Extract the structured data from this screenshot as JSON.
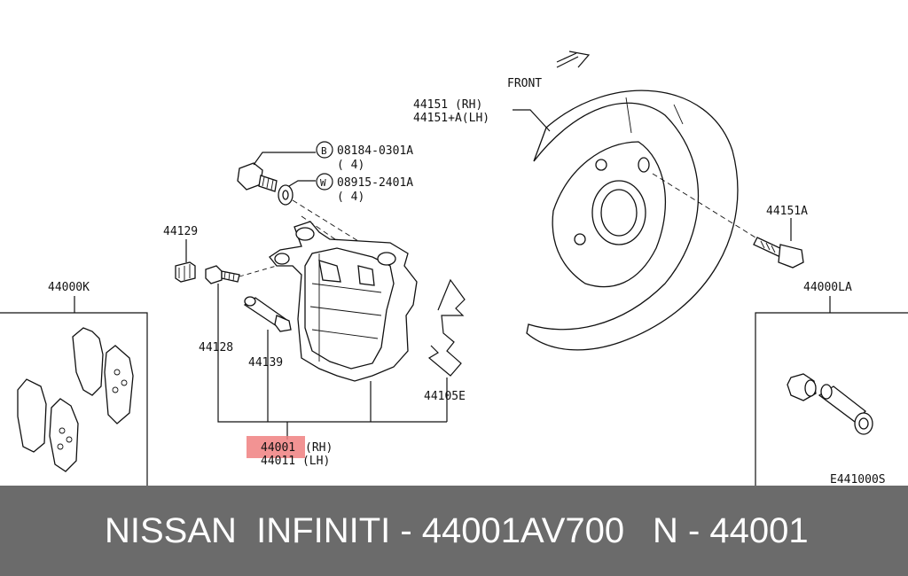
{
  "labels": {
    "front": "FRONT",
    "shield_rh": "44151  (RH)",
    "shield_lh": "44151+A(LH)",
    "bolt_b_part": "08184-0301A",
    "bolt_b_qty": "( 4)",
    "bolt_b_marker": "B",
    "washer_w_part": "08915-2401A",
    "washer_w_qty": "( 4)",
    "washer_w_marker": "W",
    "pad_kit": "44000K",
    "boot": "44129",
    "bleeder": "44128",
    "pin": "44139",
    "caliper_rh_num": "44001",
    "caliper_rh_side": "(RH)",
    "caliper_lh": "44011 (LH)",
    "spring": "44105E",
    "shield_bolt": "44151A",
    "pin_kit": "44000LA",
    "figure_code": "E441000S"
  },
  "highlight_color": "#f08080",
  "footer": {
    "brand_part": "NISSAN  INFINITI - 44001AV700",
    "short_part": "N - 44001"
  },
  "footer_bg": "#6b6b6b"
}
